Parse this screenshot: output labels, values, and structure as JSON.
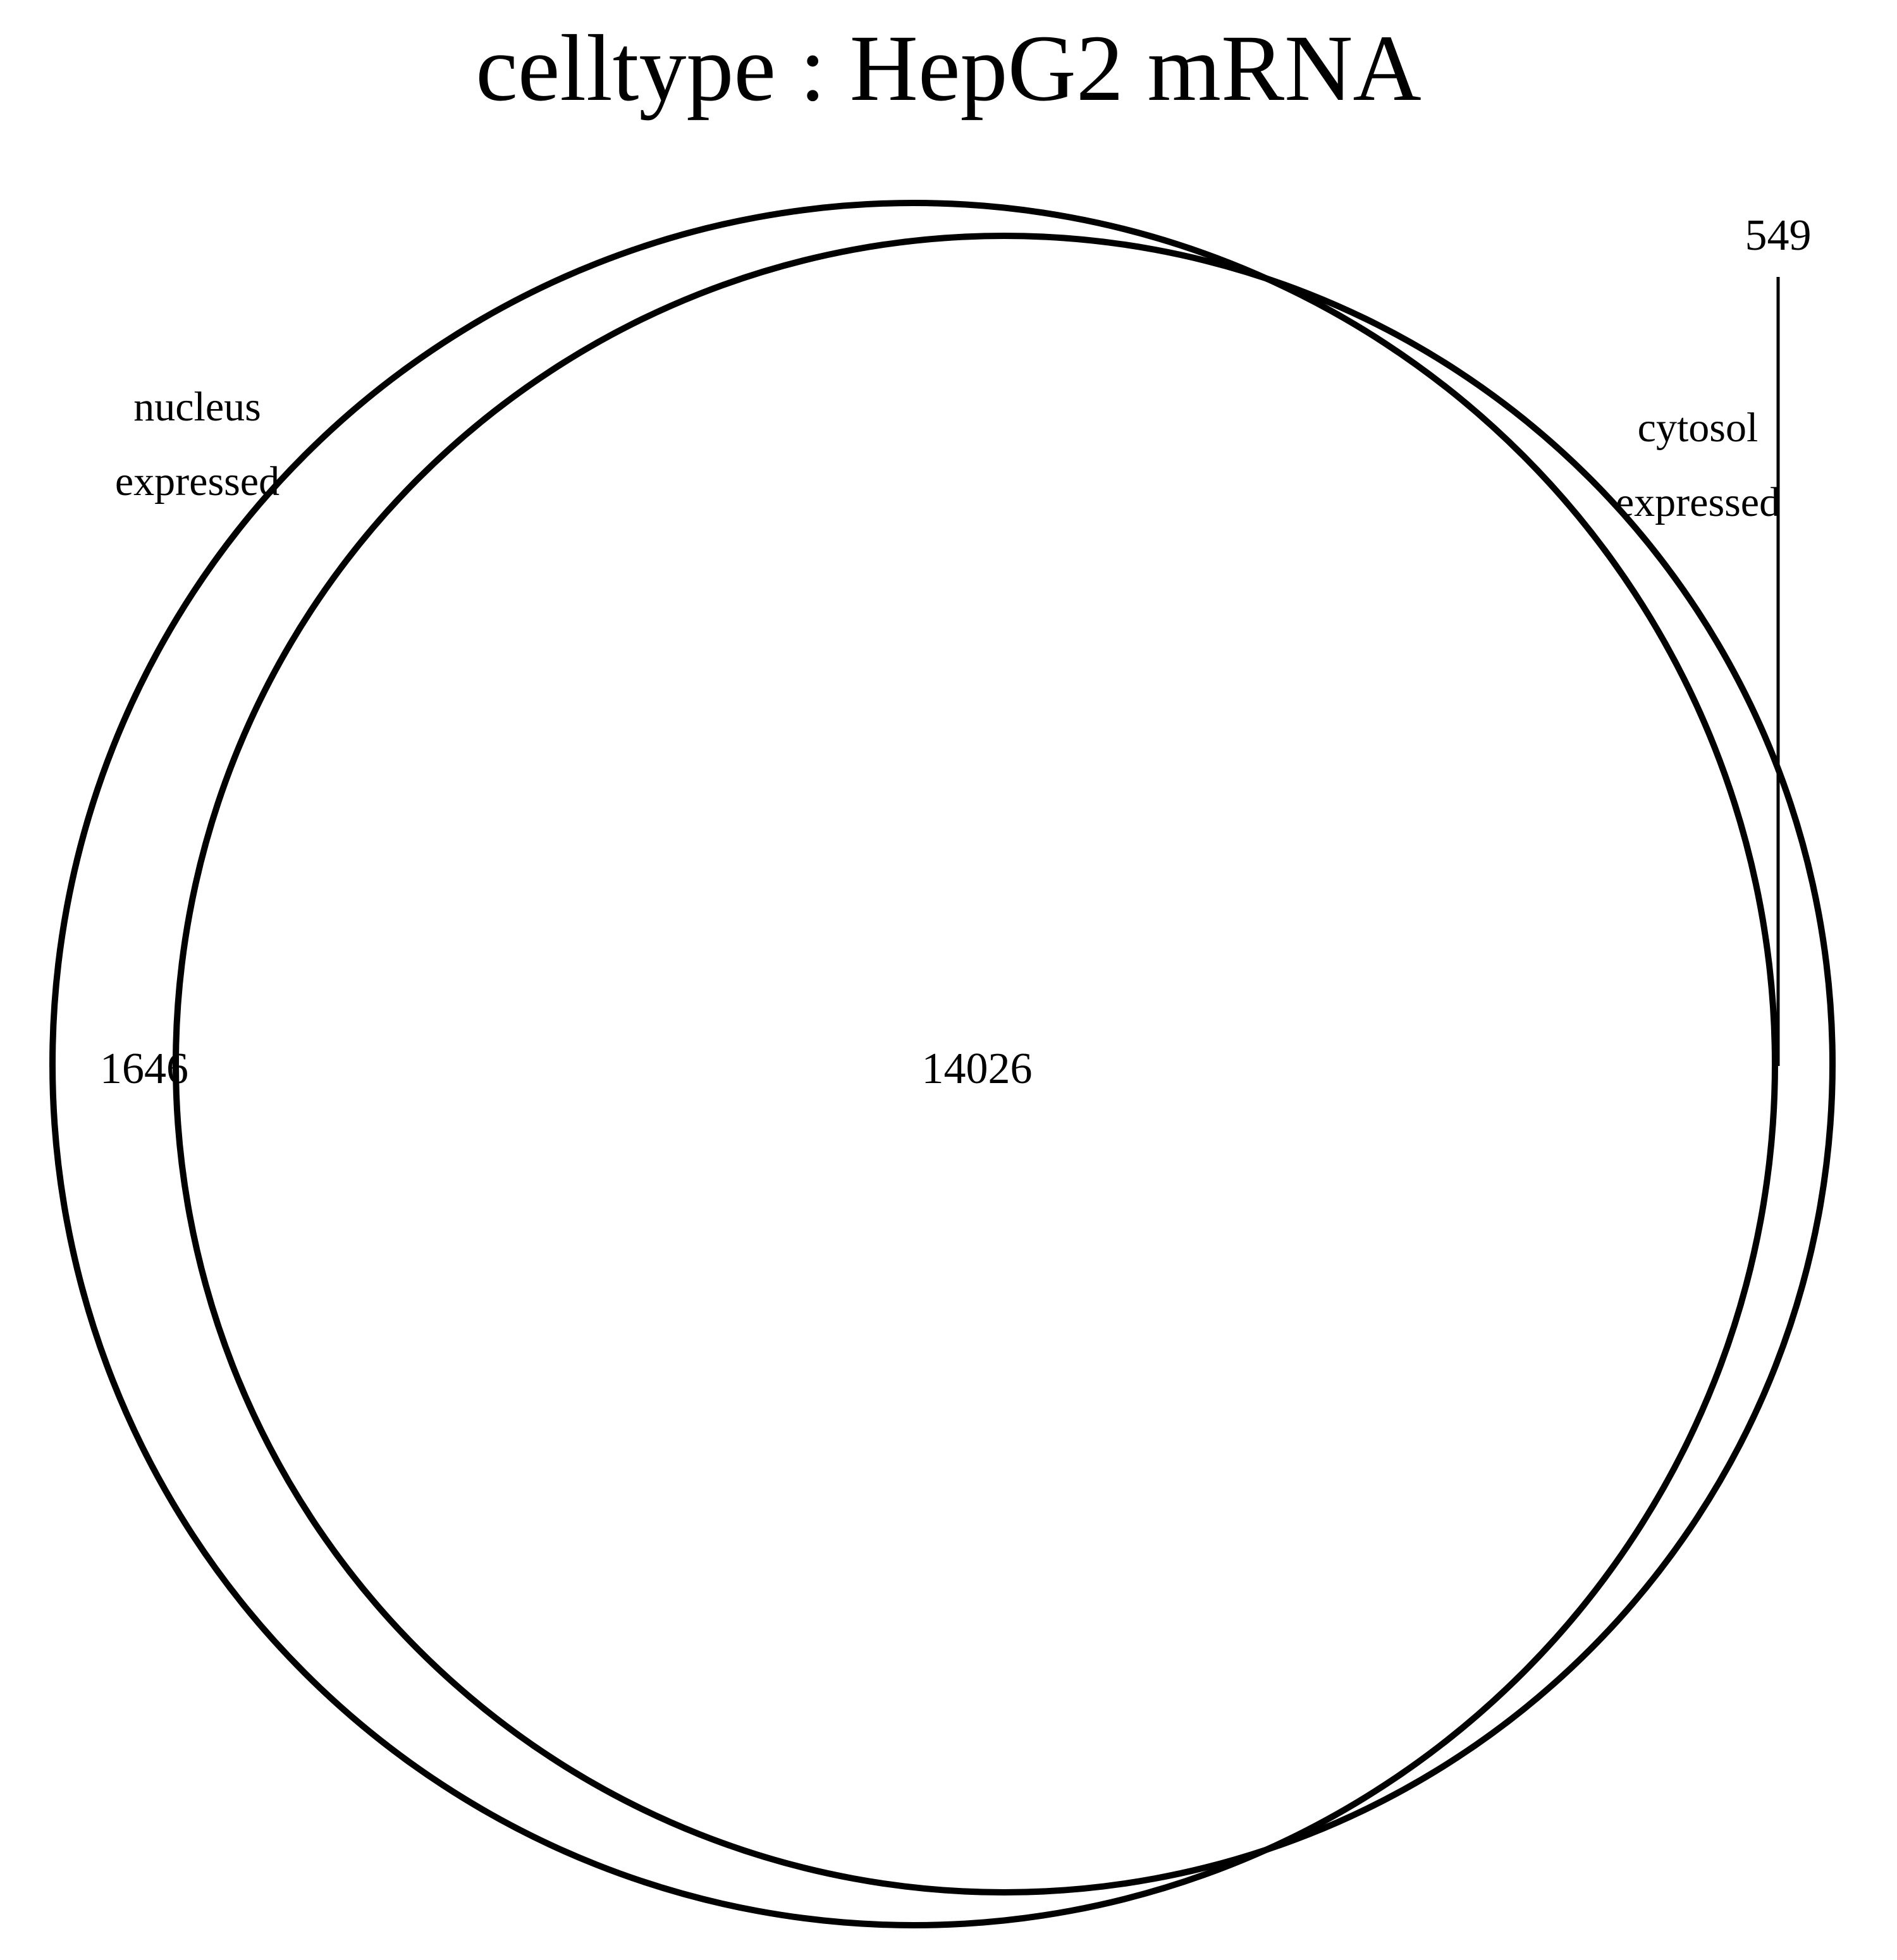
{
  "title": "celltype :  HepG2  mRNA",
  "sets": [
    {
      "name": "nucleus",
      "name_line2": "expressed",
      "only_count": "1646"
    },
    {
      "name": "cytosol",
      "name_line2": "expressed",
      "only_count": "549"
    }
  ],
  "intersection_count": "14026",
  "colors": {
    "stroke": "#000000",
    "background": "#ffffff"
  }
}
